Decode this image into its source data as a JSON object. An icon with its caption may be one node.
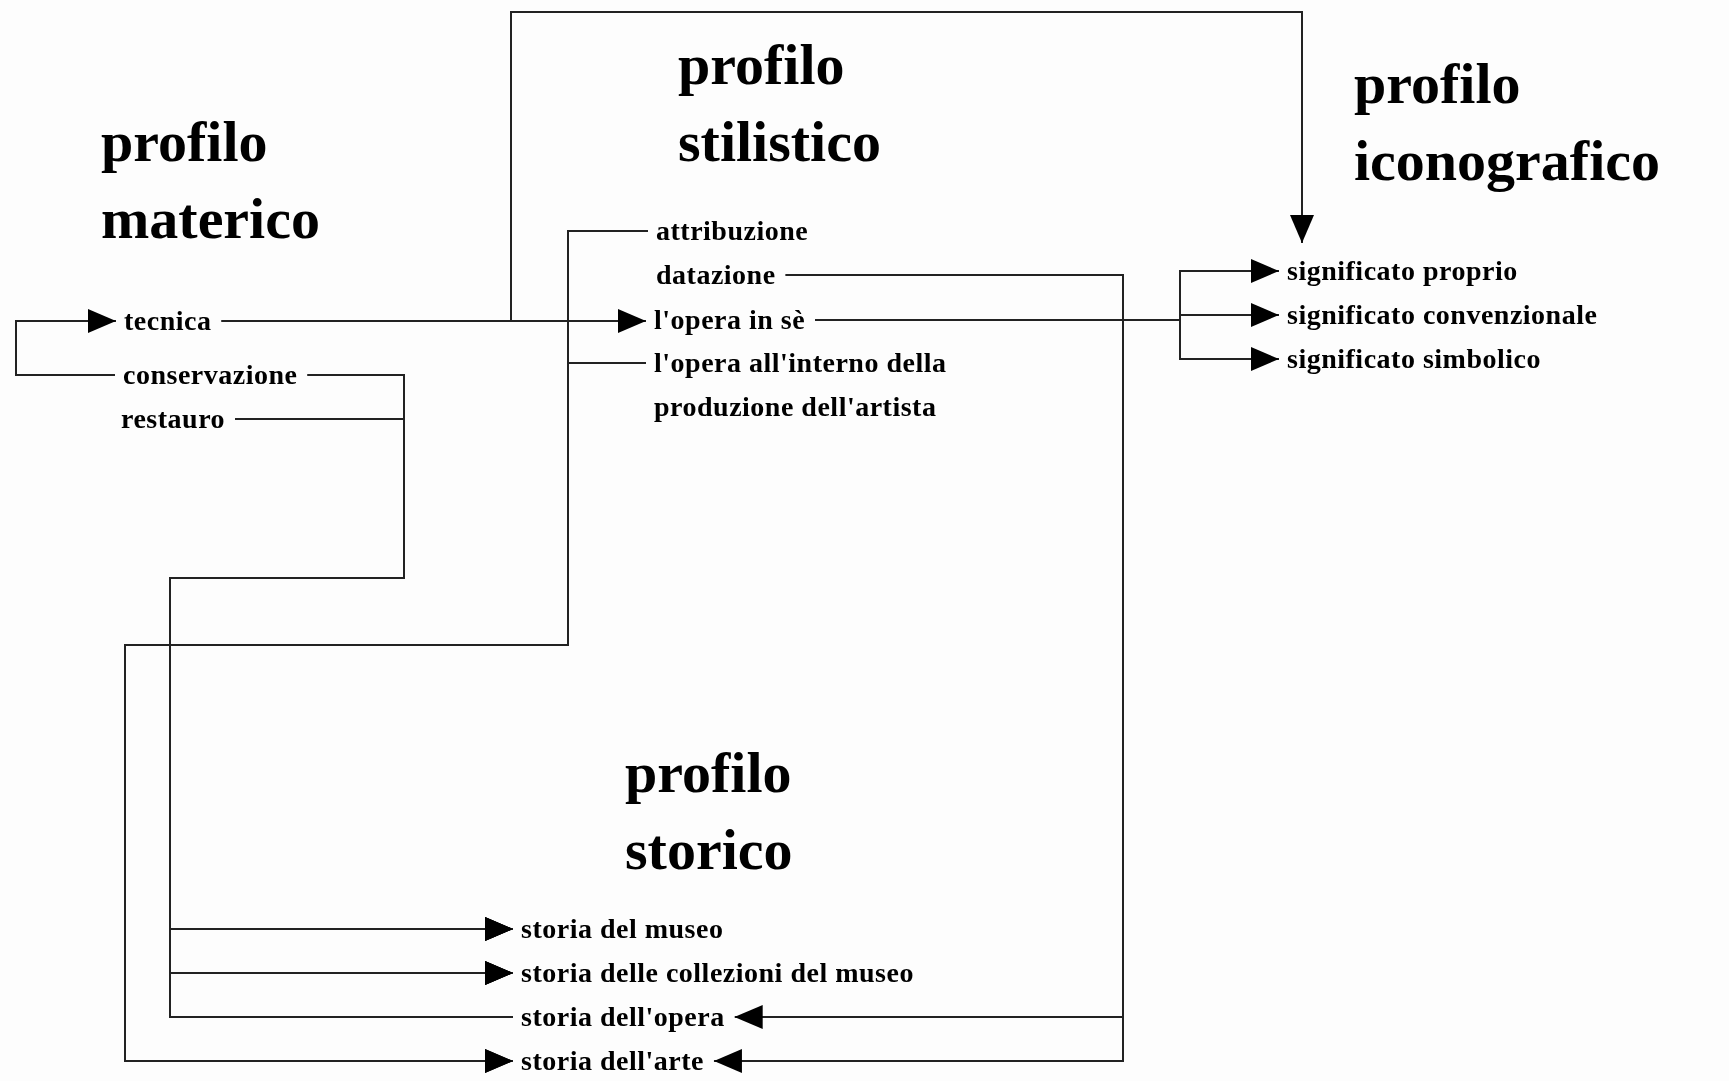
{
  "diagram": {
    "nodes": [
      {
        "text": [
          "tecnica"
        ]
      },
      {
        "text": [
          "conservazione"
        ]
      },
      {
        "text": [
          "restauro"
        ]
      },
      {
        "text": [
          "attribuzione"
        ]
      },
      {
        "text": [
          "datazione"
        ]
      },
      {
        "text": [
          "l'opera in sè"
        ]
      },
      {
        "text": [
          "l'opera all'interno della produzione dell'artista"
        ]
      },
      {
        "text": [
          "significato proprio"
        ]
      },
      {
        "text": [
          "significato convenzionale"
        ]
      },
      {
        "text": [
          "significato simbolico"
        ]
      },
      {
        "text": [
          "storia del museo"
        ]
      },
      {
        "text": [
          "storia delle collezioni del museo"
        ]
      },
      {
        "text": [
          "storia dell'opera"
        ]
      },
      {
        "text": [
          "storia dell'arte"
        ]
      }
    ],
    "edges": [
      {
        "from": 1,
        "to": 0,
        "arrow": "to"
      },
      {
        "from": 0,
        "to": 5,
        "arrow": "to"
      },
      {
        "from": 0,
        "to": 7,
        "arrow": "to"
      },
      {
        "from": 5,
        "to": 7,
        "arrow": "to"
      },
      {
        "from": 5,
        "to": 8,
        "arrow": "to"
      },
      {
        "from": 5,
        "to": 9,
        "arrow": "to"
      },
      {
        "from": 3,
        "to": 13,
        "arrow": "to"
      },
      {
        "from": 6,
        "to": 13,
        "arrow": "to"
      },
      {
        "from": 1,
        "to": 10,
        "arrow": "to"
      },
      {
        "from": 1,
        "to": 11,
        "arrow": "to"
      },
      {
        "from": 2,
        "to": 10,
        "arrow": "to"
      },
      {
        "from": 2,
        "to": 11,
        "arrow": "to"
      },
      {
        "from": 12,
        "to": 10,
        "arrow": "to"
      },
      {
        "from": 12,
        "to": 11,
        "arrow": "to"
      },
      {
        "from": 4,
        "to": 12,
        "arrow": "to"
      },
      {
        "from": 4,
        "to": 13,
        "arrow": "to"
      }
    ],
    "labels": [
      "profilo stilistico",
      "profilo iconografico",
      "profilo materico",
      "profilo storico"
    ]
  }
}
